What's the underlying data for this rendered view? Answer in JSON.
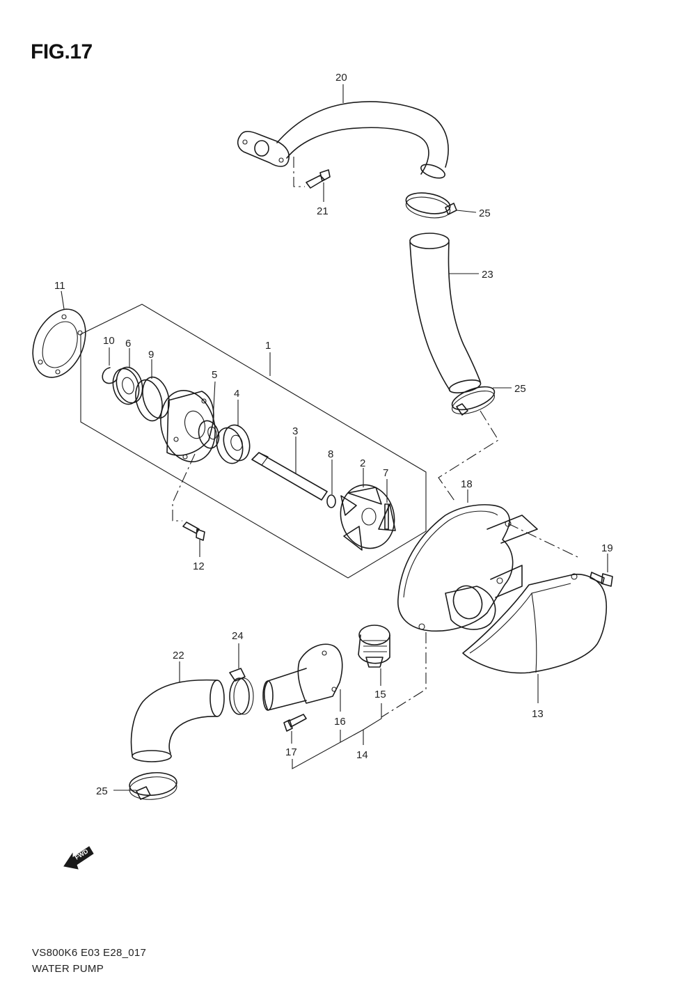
{
  "figure": {
    "title": "FIG.17"
  },
  "callouts": {
    "c1": "1",
    "c2": "2",
    "c3": "3",
    "c4": "4",
    "c5": "5",
    "c6": "6",
    "c7": "7",
    "c8": "8",
    "c9": "9",
    "c10": "10",
    "c11": "11",
    "c12": "12",
    "c13": "13",
    "c14": "14",
    "c15": "15",
    "c16": "16",
    "c17": "17",
    "c18": "18",
    "c19": "19",
    "c20": "20",
    "c21": "21",
    "c22": "22",
    "c23": "23",
    "c24": "24",
    "c25a": "25",
    "c25b": "25",
    "c25c": "25"
  },
  "direction_marker": {
    "label": "FWD",
    "icon": "forward-arrow-icon"
  },
  "footer": {
    "model_code": "VS800K6 E03 E28_017",
    "assembly_name": "WATER PUMP"
  }
}
